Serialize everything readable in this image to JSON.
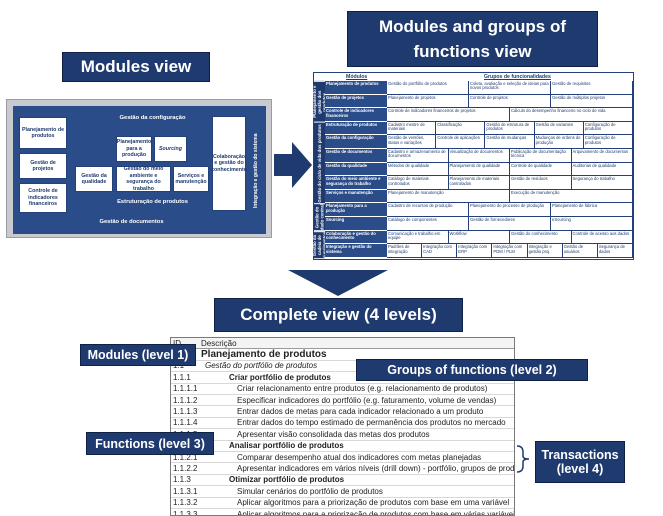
{
  "titles": {
    "modules_view": "Modules view",
    "modules_groups_view": "Modules and groups of functions view",
    "complete_view": "Complete view (4 levels)"
  },
  "modules_view": {
    "top_bar": "Gestão da configuração",
    "left_boxes": [
      "Planejamento de produtos",
      "Gestão de projetos",
      "Controle de indicadores financeiros"
    ],
    "center_boxes": [
      "Planejamento para a produção",
      "Sourcing",
      "Gestão da qualidade",
      "Gestão do meio ambiente e segurança do trabalho",
      "Serviços e manutenção"
    ],
    "bottom_bar_inner": "Estruturação de produtos",
    "bottom_bar_outer": "Gestão de documentos",
    "right_box": "Colaboração e gestão do conhecimento",
    "right_vertical": "Integração e gestão do sistema"
  },
  "modules_groups": {
    "header_modules": "Módulos",
    "header_groups": "Grupos de funcionalidades",
    "bands": [
      "Planejamento e gestão dos produtos",
      "Gestão do ciclo de vida dos produtos",
      "Gestão do dado central",
      "Gestão da cadeia de suprimentos"
    ],
    "rows": [
      {
        "module": "Planejamento de produtos",
        "groups": [
          "Gestão do portfólio de produtos",
          "Coleta, avaliação e seleção de ideias para novos produtos",
          "Gestão de requisitos"
        ]
      },
      {
        "module": "Gestão de projetos",
        "groups": [
          "Planejamento de projetos",
          "Controle de projetos",
          "Gestão de múltiplos projetos"
        ]
      },
      {
        "module": "Controle de indicadores financeiros",
        "groups": [
          "Controle de indicadores financeiros de projetos",
          "Cálculo do desempenho financeiro no ciclo de vida"
        ]
      },
      {
        "module": "Estruturação de produtos",
        "groups": [
          "Cadastro mestre de materiais",
          "Classificação",
          "Gestão de estrutura de produtos",
          "Gestão de variantes",
          "Configuração de produtos"
        ]
      },
      {
        "module": "Gestão da configuração",
        "groups": [
          "Gestão de versões, status e variações",
          "Controle de aplicações",
          "Gestão de mudanças",
          "Mudanças de ordens de produção",
          "Configuração de produtos"
        ]
      },
      {
        "module": "Gestão de documentos",
        "groups": [
          "Cadastro e armazenamento de documentos",
          "Visualização de documentos",
          "Publicação de documentação técnica",
          "Arquivamento de documentos"
        ]
      },
      {
        "module": "Gestão da qualidade",
        "groups": [
          "Métodos de qualidade",
          "Planejamento de qualidade",
          "Controle de qualidade",
          "Auditorias de qualidade"
        ]
      },
      {
        "module": "Gestão do meio ambiente e segurança do trabalho",
        "groups": [
          "Catálogo de materiais controlados",
          "Planejamento de materiais controlados",
          "Gestão de resíduos",
          "Segurança do trabalho"
        ]
      },
      {
        "module": "Serviços e manutenção",
        "groups": [
          "Planejamento de manutenção",
          "Execução de manutenção"
        ]
      },
      {
        "module": "Planejamento para a produção",
        "groups": [
          "Cadastro de recursos de produção",
          "Planejamento do processo de produção",
          "Planejamento de fábrica"
        ]
      },
      {
        "module": "Sourcing",
        "groups": [
          "Catálogo de componentes",
          "Gestão de fornecedores",
          "eSourcing"
        ]
      },
      {
        "module": "Colaboração e gestão do conhecimento",
        "groups": [
          "Comunicação e trabalho em equipe",
          "Workflow",
          "Gestão do conhecimento",
          "Controle de acesso aos dados"
        ]
      },
      {
        "module": "Integração e gestão do sistema",
        "groups": [
          "Padrões de integração",
          "Integração com CAD",
          "Integração com ERP",
          "Integração com PDM / PLM",
          "Integração e gestão proj.",
          "Gestão de usuários",
          "Segurança de dados"
        ]
      }
    ]
  },
  "complete_view": {
    "header_id": "ID",
    "header_desc": "Descrição",
    "rows": [
      {
        "id": "1",
        "desc": "Planejamento de produtos",
        "level": 1
      },
      {
        "id": "1.1",
        "desc": "Gestão do portfólio de produtos",
        "level": 2
      },
      {
        "id": "1.1.1",
        "desc": "Criar portfólio de produtos",
        "level": 3
      },
      {
        "id": "1.1.1.1",
        "desc": "Criar relacionamento entre produtos (e.g. relacionamento de produtos)",
        "level": 4
      },
      {
        "id": "1.1.1.2",
        "desc": "Especificar indicadores do portfólio (e.g. faturamento, volume de vendas)",
        "level": 4
      },
      {
        "id": "1.1.1.3",
        "desc": "Entrar dados de metas para cada indicador relacionado a um produto",
        "level": 4
      },
      {
        "id": "1.1.1.4",
        "desc": "Entrar dados do tempo estimado de permanência dos produtos no mercado",
        "level": 4
      },
      {
        "id": "1.1.1.5",
        "desc": "Apresentar visão consolidada das metas dos produtos",
        "level": 4
      },
      {
        "id": "1.1.2",
        "desc": "Analisar portfólio de produtos",
        "level": 3
      },
      {
        "id": "1.1.2.1",
        "desc": "Comparar desempenho atual dos indicadores com metas planejadas",
        "level": 4
      },
      {
        "id": "1.1.2.2",
        "desc": "Apresentar indicadores em vários níveis (drill down) - portfólio, grupos de produtos",
        "level": 4
      },
      {
        "id": "1.1.3",
        "desc": "Otimizar portfólio de produtos",
        "level": 3
      },
      {
        "id": "1.1.3.1",
        "desc": "Simular cenários do portfólio de produtos",
        "level": 4
      },
      {
        "id": "1.1.3.2",
        "desc": "Aplicar algoritmos para a priorização de produtos com base em uma variável",
        "level": 4
      },
      {
        "id": "1.1.3.3",
        "desc": "Aplicar algoritmos para a priorização de produtos com base em várias variáveis",
        "level": 4
      }
    ]
  },
  "labels": {
    "modules": "Modules (level 1)",
    "groups": "Groups of functions (level 2)",
    "functions": "Functions (level 3)",
    "transactions": "Transactions (level 4)"
  }
}
